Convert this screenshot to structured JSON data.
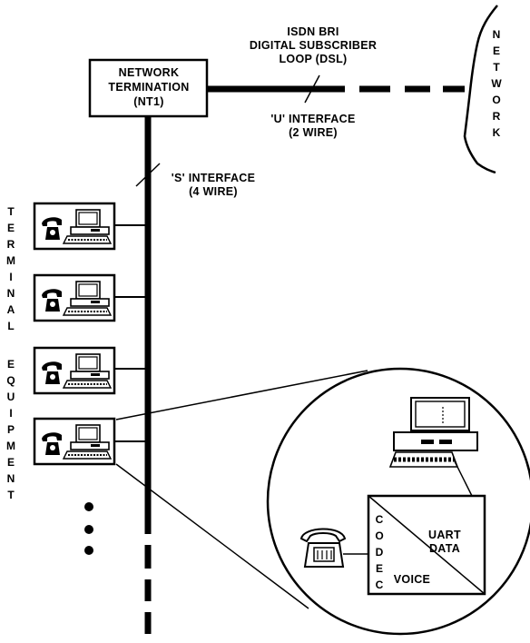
{
  "dsl_label": {
    "line1": "ISDN BRI",
    "line2": "DIGITAL SUBSCRIBER",
    "line3": "LOOP (DSL)"
  },
  "nt1_box": {
    "line1": "NETWORK",
    "line2": "TERMINATION",
    "line3": "(NT1)"
  },
  "u_interface": {
    "line1": "'U' INTERFACE",
    "line2": "(2 WIRE)"
  },
  "s_interface": {
    "line1": "'S' INTERFACE",
    "line2": "(4 WIRE)"
  },
  "network_label": [
    "N",
    "E",
    "T",
    "W",
    "O",
    "R",
    "K"
  ],
  "terminal_label": [
    "T",
    "E",
    "R",
    "M",
    "I",
    "N",
    "A",
    "L"
  ],
  "equipment_label": [
    "E",
    "Q",
    "U",
    "I",
    "P",
    "M",
    "E",
    "N",
    "T"
  ],
  "codec_label": [
    "C",
    "O",
    "D",
    "E",
    "C"
  ],
  "uart_label": {
    "line1": "UART",
    "line2": "DATA"
  },
  "voice_label": "VOICE",
  "terminal_count": 4
}
